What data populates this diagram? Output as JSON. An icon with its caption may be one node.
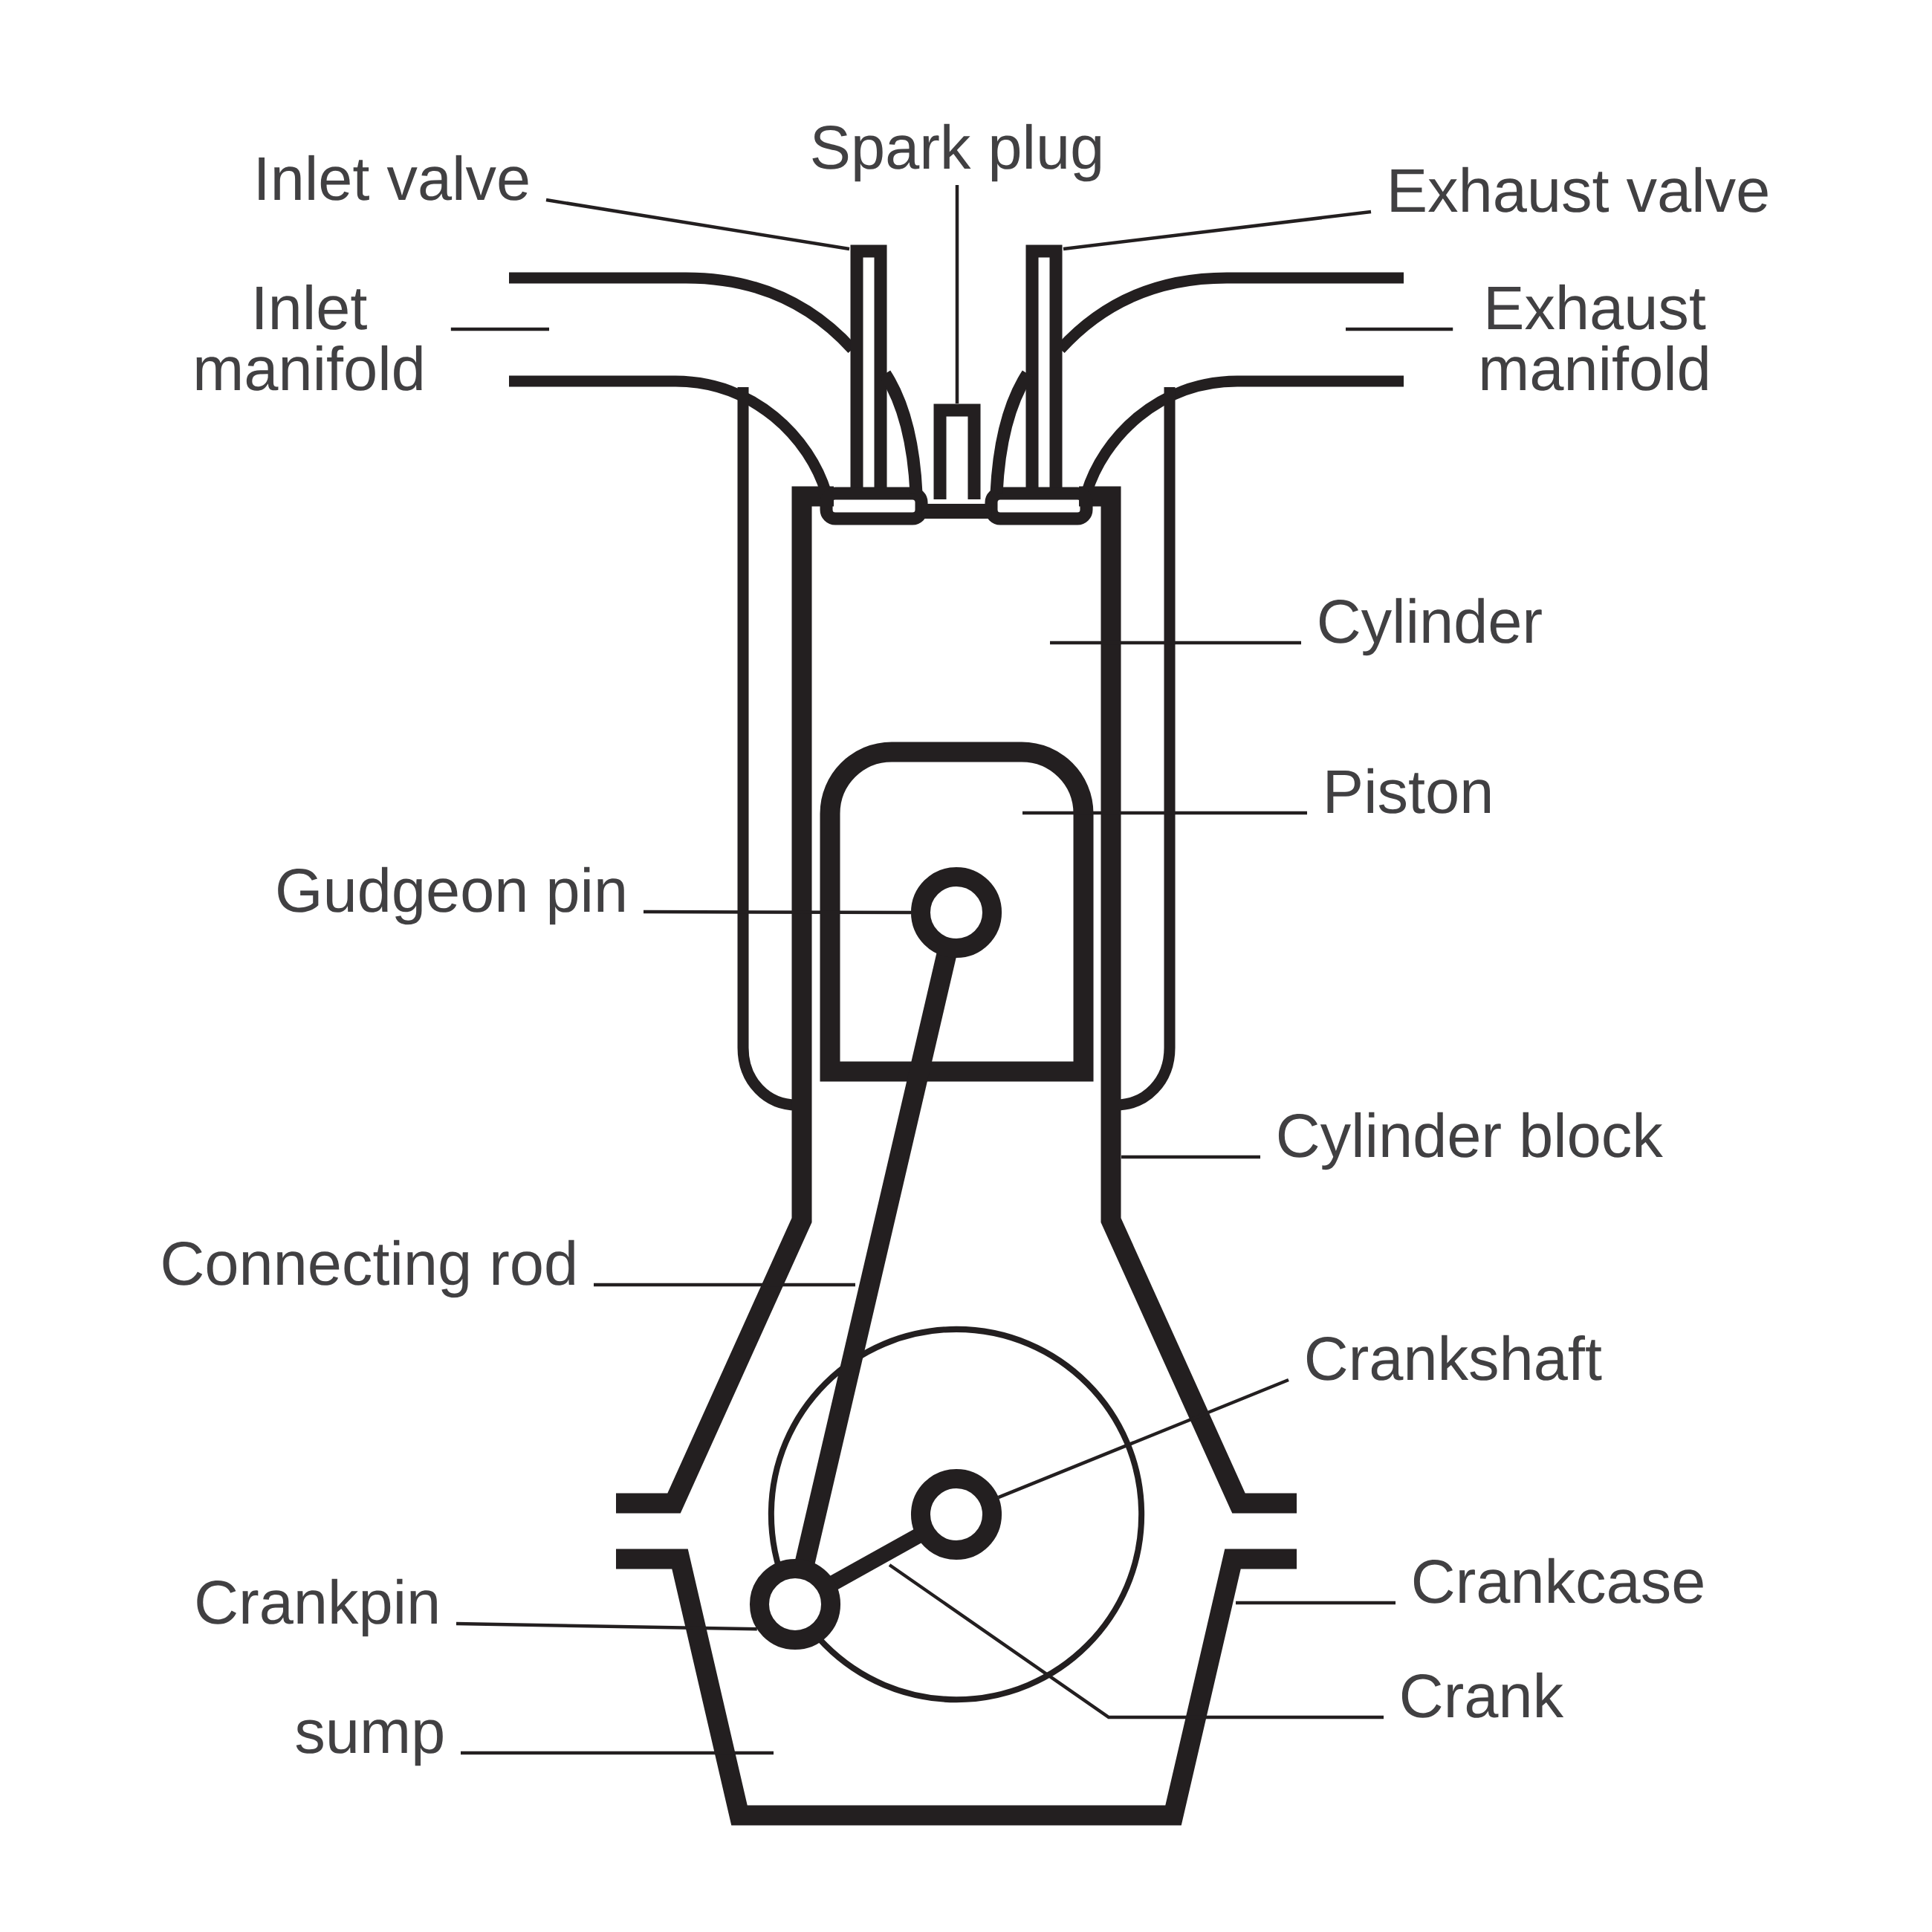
{
  "diagram": {
    "nodes": [
      {
        "text": [
          "Spark plug"
        ]
      },
      {
        "text": [
          "Inlet valve"
        ]
      },
      {
        "text": [
          "Exhaust valve"
        ]
      },
      {
        "text": [
          "Inlet manifold"
        ]
      },
      {
        "text": [
          "Exhaust manifold"
        ]
      },
      {
        "text": [
          "Cylinder"
        ]
      },
      {
        "text": [
          "Piston"
        ]
      },
      {
        "text": [
          "Gudgeon pin"
        ]
      },
      {
        "text": [
          "Cylinder block"
        ]
      },
      {
        "text": [
          "Connecting rod"
        ]
      },
      {
        "text": [
          "Crankshaft"
        ]
      },
      {
        "text": [
          "Crankpin"
        ]
      },
      {
        "text": [
          "Crankcase"
        ]
      },
      {
        "text": [
          "Crank"
        ]
      },
      {
        "text": [
          "sump"
        ]
      },
      {
        "text": [],
        "shape": "circle"
      },
      {
        "text": [],
        "shape": "circle"
      },
      {
        "text": [],
        "shape": "circle"
      }
    ],
    "edges": [
      {
        "from": 0,
        "to": null,
        "arrow": "none"
      },
      {
        "from": 1,
        "to": null,
        "arrow": "none"
      },
      {
        "from": 2,
        "to": null,
        "arrow": "none"
      },
      {
        "from": 3,
        "to": null,
        "arrow": "none"
      },
      {
        "from": 4,
        "to": null,
        "arrow": "none"
      },
      {
        "from": 5,
        "to": null,
        "arrow": "none"
      },
      {
        "from": 6,
        "to": null,
        "arrow": "none"
      },
      {
        "from": 7,
        "to": 15,
        "arrow": "none"
      },
      {
        "from": 8,
        "to": null,
        "arrow": "none"
      },
      {
        "from": 9,
        "to": null,
        "arrow": "none"
      },
      {
        "from": 10,
        "to": 16,
        "arrow": "none"
      },
      {
        "from": 11,
        "to": 17,
        "arrow": "none"
      },
      {
        "from": 12,
        "to": null,
        "arrow": "none"
      },
      {
        "from": 13,
        "to": null,
        "arrow": "none"
      },
      {
        "from": 14,
        "to": null,
        "arrow": "none"
      }
    ]
  }
}
